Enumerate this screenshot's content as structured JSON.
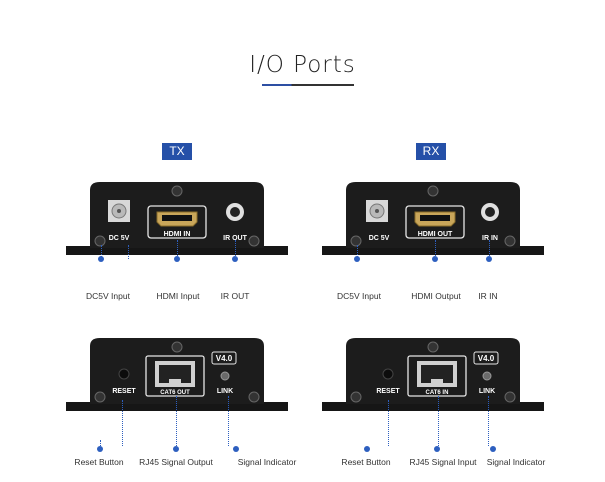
{
  "page": {
    "title": "I/O Ports"
  },
  "tx": {
    "tag": "TX",
    "front": {
      "dc_label": "DC 5V",
      "hdmi_label": "HDMI IN",
      "ir_label": "IR OUT",
      "captions": [
        "DC5V Input",
        "HDMI Input",
        "IR OUT"
      ]
    },
    "back": {
      "reset_label": "RESET",
      "cat_label": "CAT6 OUT",
      "version_label": "V4.0",
      "link_label": "LINK",
      "captions": [
        "Reset Button",
        "RJ45 Signal Output",
        "Signal Indicator"
      ]
    }
  },
  "rx": {
    "tag": "RX",
    "front": {
      "dc_label": "DC 5V",
      "hdmi_label": "HDMI OUT",
      "ir_label": "IR IN",
      "captions": [
        "DC5V Input",
        "HDMI Output",
        "IR IN"
      ]
    },
    "back": {
      "reset_label": "RESET",
      "cat_label": "CAT6 IN",
      "version_label": "V4.0",
      "link_label": "LINK",
      "captions": [
        "Reset Button",
        "RJ45 Signal Input",
        "Signal Indicator"
      ]
    }
  },
  "colors": {
    "accent": "#2550a8",
    "lead": "#2d5fbf",
    "device": "#1c1c1c"
  }
}
